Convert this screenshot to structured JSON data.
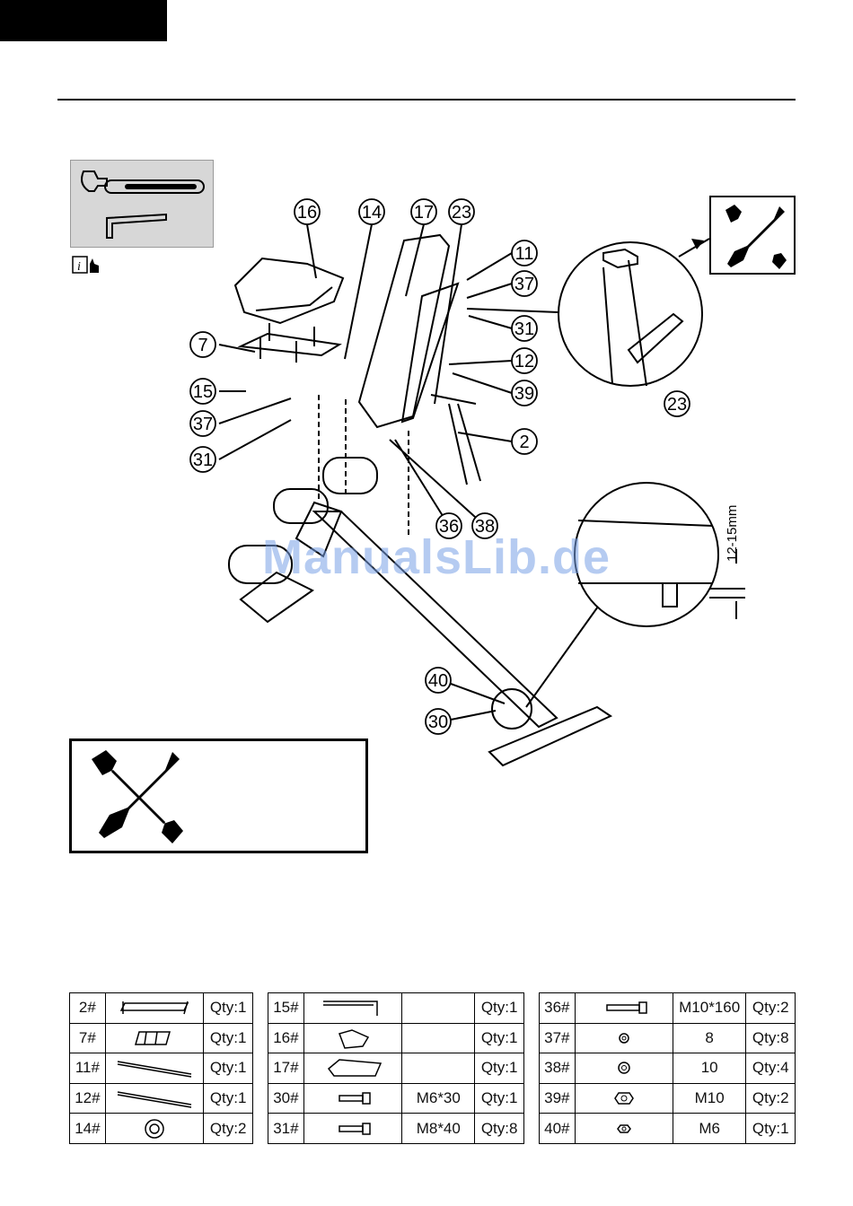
{
  "watermark": "ManualsLib.de",
  "callouts": {
    "c16": "16",
    "c14": "14",
    "c17": "17",
    "c23": "23",
    "c11": "11",
    "c37a": "37",
    "c31a": "31",
    "c12": "12",
    "c39": "39",
    "c2": "2",
    "c7": "7",
    "c15": "15",
    "c37b": "37",
    "c31b": "31",
    "c36": "36",
    "c38": "38",
    "c40": "40",
    "c30": "30",
    "c23b": "23"
  },
  "dimension": "12-15mm",
  "tables": [
    {
      "rows": [
        {
          "num": "2#",
          "icon": "base-tube-icon",
          "qty": "Qty:1"
        },
        {
          "num": "7#",
          "icon": "seat-frame-icon",
          "qty": "Qty:1"
        },
        {
          "num": "11#",
          "icon": "long-rod-icon",
          "qty": "Qty:1"
        },
        {
          "num": "12#",
          "icon": "long-rod-icon",
          "qty": "Qty:1"
        },
        {
          "num": "14#",
          "icon": "bushing-icon",
          "qty": "Qty:2"
        }
      ]
    },
    {
      "rows": [
        {
          "num": "15#",
          "icon": "pin-icon",
          "spec": "",
          "qty": "Qty:1"
        },
        {
          "num": "16#",
          "icon": "seat-pad-icon",
          "spec": "",
          "qty": "Qty:1"
        },
        {
          "num": "17#",
          "icon": "back-pad-icon",
          "spec": "",
          "qty": "Qty:1"
        },
        {
          "num": "30#",
          "icon": "bolt-icon",
          "spec": "M6*30",
          "qty": "Qty:1"
        },
        {
          "num": "31#",
          "icon": "bolt-icon",
          "spec": "M8*40",
          "qty": "Qty:8"
        }
      ]
    },
    {
      "rows": [
        {
          "num": "36#",
          "icon": "long-bolt-icon",
          "spec": "M10*160",
          "qty": "Qty:2"
        },
        {
          "num": "37#",
          "icon": "washer-icon",
          "spec": "8",
          "qty": "Qty:8"
        },
        {
          "num": "38#",
          "icon": "washer-icon",
          "spec": "10",
          "qty": "Qty:4"
        },
        {
          "num": "39#",
          "icon": "nut-icon",
          "spec": "M10",
          "qty": "Qty:2"
        },
        {
          "num": "40#",
          "icon": "nut-icon",
          "spec": "M6",
          "qty": "Qty:1"
        }
      ]
    }
  ]
}
